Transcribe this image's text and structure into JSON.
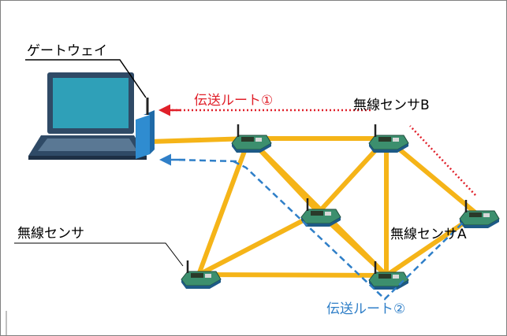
{
  "labels": {
    "gateway": "ゲートウェイ",
    "route1": "伝送ルート①",
    "route2": "伝送ルート②",
    "sensor_generic": "無線センサ",
    "sensor_a": "無線センサA",
    "sensor_b": "無線センサB"
  },
  "colors": {
    "mesh_link": "#f5b418",
    "route1": "#e0202a",
    "route2": "#2f7fc8",
    "label_text": "#000000",
    "route2_text": "#2f7fc8"
  }
}
